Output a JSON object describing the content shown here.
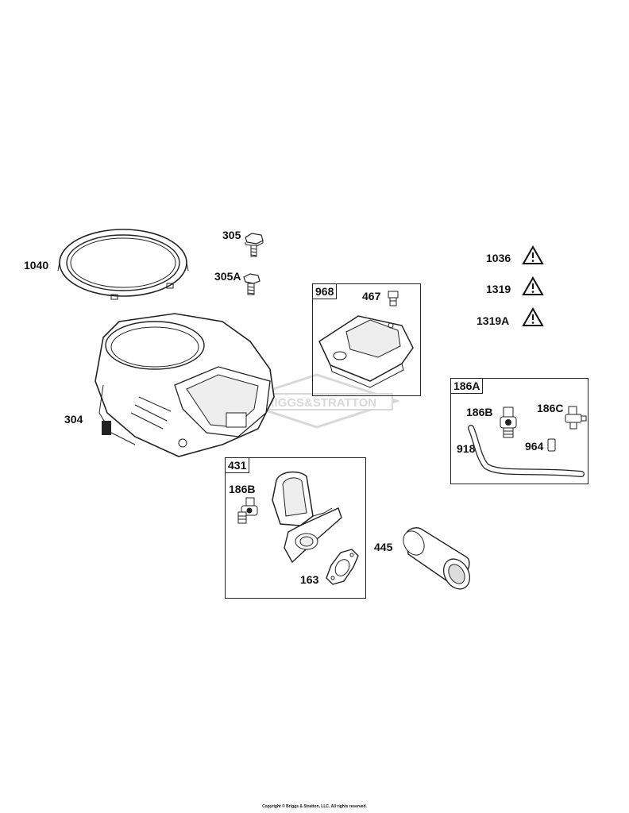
{
  "watermark": "BRIGGS&STRATTON",
  "labels": {
    "p1040": "1040",
    "p305": "305",
    "p305A": "305A",
    "p304": "304",
    "p968": "968",
    "p467": "467",
    "p1036": "1036",
    "p1319": "1319",
    "p1319A": "1319A",
    "p186A": "186A",
    "p186B_a": "186B",
    "p186C": "186C",
    "p918": "918",
    "p964": "964",
    "p431": "431",
    "p186B_b": "186B",
    "p163": "163",
    "p445": "445"
  },
  "copyright": "Copyright © Briggs & Stratton, LLC. All rights reserved.",
  "colors": {
    "line": "#222222",
    "watermark": "#d8d8d8",
    "warning": "#111111"
  }
}
